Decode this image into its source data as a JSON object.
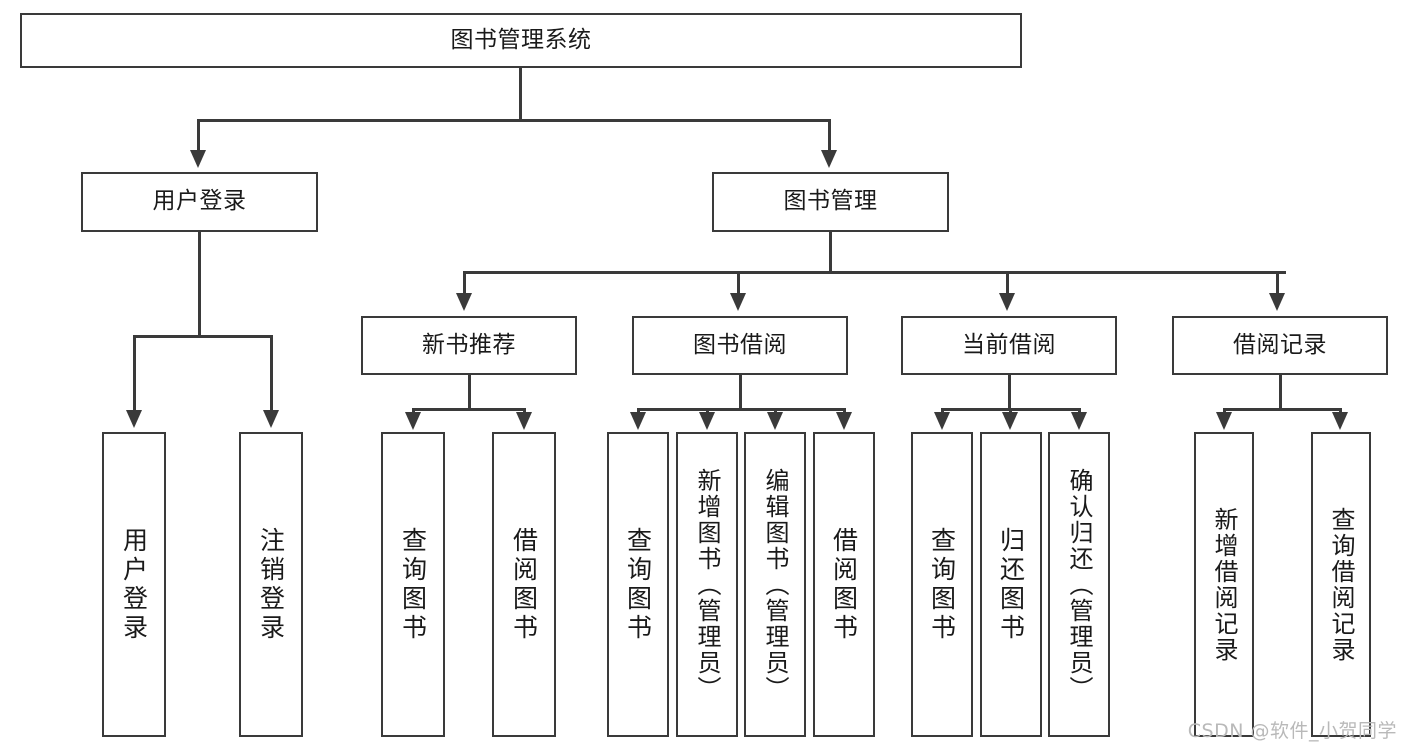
{
  "diagram": {
    "title": "图书管理系统",
    "type": "功能结构图",
    "root": {
      "id": "root",
      "label": "图书管理系统",
      "orientation": "horizontal"
    },
    "level2": [
      {
        "id": "user-login",
        "label": "用户登录",
        "orientation": "horizontal"
      },
      {
        "id": "book-management",
        "label": "图书管理",
        "orientation": "horizontal"
      }
    ],
    "level3": [
      {
        "id": "new-book-recommend",
        "label": "新书推荐",
        "orientation": "horizontal",
        "parent": "book-management"
      },
      {
        "id": "book-borrow",
        "label": "图书借阅",
        "orientation": "horizontal",
        "parent": "book-management"
      },
      {
        "id": "current-borrow",
        "label": "当前借阅",
        "orientation": "horizontal",
        "parent": "book-management"
      },
      {
        "id": "borrow-record",
        "label": "借阅记录",
        "orientation": "horizontal",
        "parent": "book-management"
      }
    ],
    "leaves": [
      {
        "id": "leaf-user-login",
        "label": "用户登录",
        "parent": "user-login",
        "orientation": "vertical"
      },
      {
        "id": "leaf-user-logout",
        "label": "注销登录",
        "parent": "user-login",
        "orientation": "vertical"
      },
      {
        "id": "leaf-query-book-1",
        "label": "查询图书",
        "parent": "new-book-recommend",
        "orientation": "vertical"
      },
      {
        "id": "leaf-borrow-book-1",
        "label": "借阅图书",
        "parent": "new-book-recommend",
        "orientation": "vertical"
      },
      {
        "id": "leaf-query-book-2",
        "label": "查询图书",
        "parent": "book-borrow",
        "orientation": "vertical"
      },
      {
        "id": "leaf-add-book",
        "label": "新增图书（管理员）",
        "parent": "book-borrow",
        "orientation": "vertical"
      },
      {
        "id": "leaf-edit-book",
        "label": "编辑图书（管理员）",
        "parent": "book-borrow",
        "orientation": "vertical"
      },
      {
        "id": "leaf-borrow-book-2",
        "label": "借阅图书",
        "parent": "book-borrow",
        "orientation": "vertical"
      },
      {
        "id": "leaf-query-book-3",
        "label": "查询图书",
        "parent": "current-borrow",
        "orientation": "vertical"
      },
      {
        "id": "leaf-return-book",
        "label": "归还图书",
        "parent": "current-borrow",
        "orientation": "vertical"
      },
      {
        "id": "leaf-confirm-return",
        "label": "确认归还（管理员）",
        "parent": "current-borrow",
        "orientation": "vertical"
      },
      {
        "id": "leaf-add-record",
        "label": "新增借阅记录",
        "parent": "borrow-record",
        "orientation": "vertical"
      },
      {
        "id": "leaf-query-record",
        "label": "查询借阅记录",
        "parent": "borrow-record",
        "orientation": "vertical"
      }
    ]
  },
  "watermark": {
    "text": "CSDN @软件_小贺同学"
  },
  "colors": {
    "stroke": "#3a3a3a",
    "background": "#ffffff",
    "text": "#1a1a1a",
    "watermark": "#b9b9b9"
  }
}
